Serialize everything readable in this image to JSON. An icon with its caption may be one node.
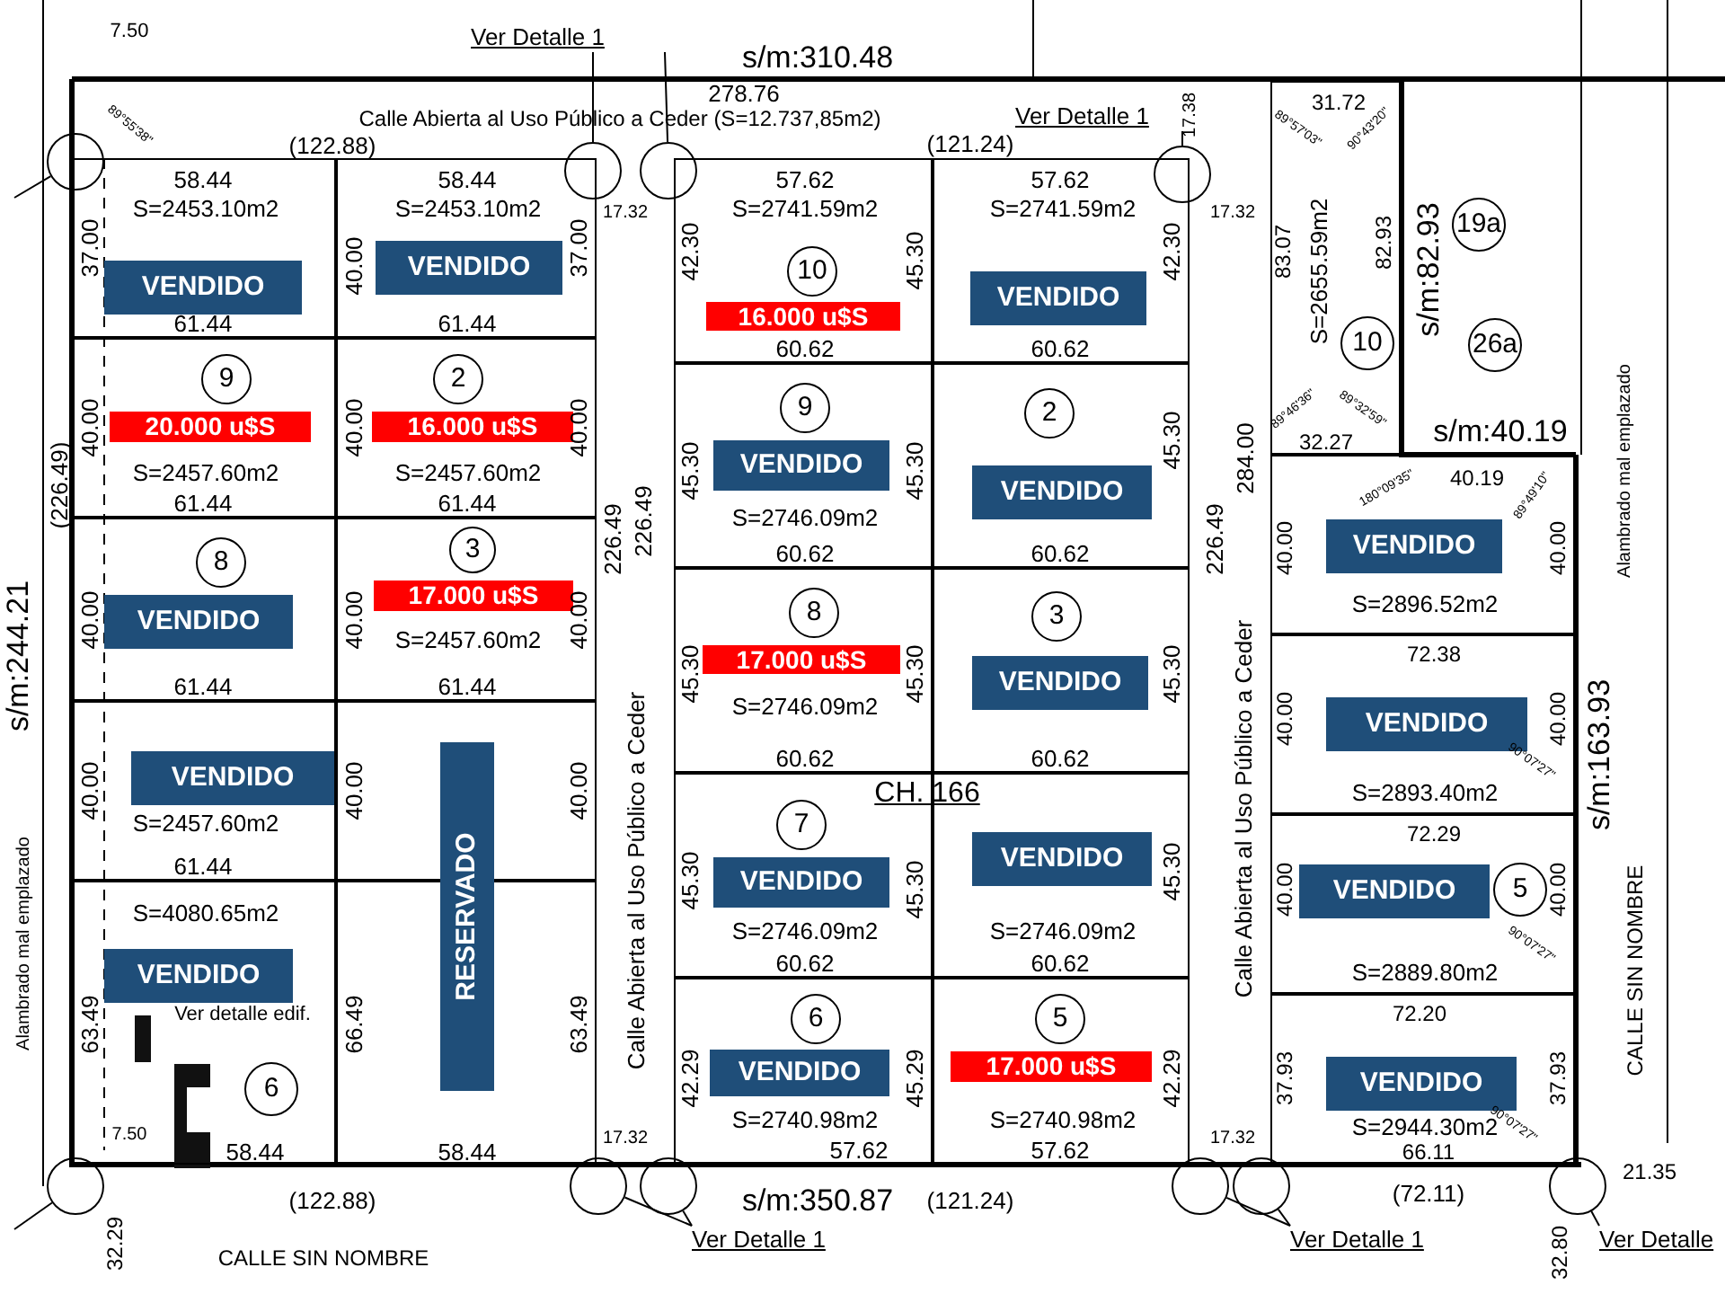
{
  "diagram": {
    "nodes": [
      {
        "text": [
          "S=2453.10m2"
        ]
      },
      {
        "text": [
          "VENDIDO"
        ],
        "in": 0
      },
      {
        "text": [
          "S=2453.10m2"
        ]
      },
      {
        "text": [
          "VENDIDO"
        ],
        "in": 2
      },
      {
        "text": [
          "S=2457.60m2"
        ]
      },
      {
        "text": [
          "9"
        ],
        "in": 4
      },
      {
        "text": [
          "20.000 u$S"
        ],
        "in": 4
      },
      {
        "text": [
          "S=2457.60m2"
        ]
      },
      {
        "text": [
          "2"
        ],
        "in": 7
      },
      {
        "text": [
          "16.000 u$S"
        ],
        "in": 7
      },
      {
        "text": [],
        "shape": "box"
      },
      {
        "text": [
          "8"
        ],
        "in": 10
      },
      {
        "text": [
          "VENDIDO"
        ],
        "in": 10
      },
      {
        "text": [
          "S=2457.60m2"
        ]
      },
      {
        "text": [
          "3"
        ],
        "in": 13
      },
      {
        "text": [
          "17.000 u$S"
        ],
        "in": 13
      },
      {
        "text": [
          "S=2457.60m2"
        ]
      },
      {
        "text": [
          "VENDIDO"
        ],
        "in": 16
      },
      {
        "text": [],
        "shape": "box"
      },
      {
        "text": [
          "S=4080.65m2"
        ]
      },
      {
        "text": [
          "VENDIDO"
        ],
        "in": 19
      },
      {
        "text": [
          "6"
        ],
        "in": 19
      },
      {
        "text": [],
        "shape": "box"
      },
      {
        "text": [
          "RESERVADO"
        ]
      },
      {
        "text": [
          "S=2741.59m2"
        ]
      },
      {
        "text": [
          "10"
        ],
        "in": 24
      },
      {
        "text": [
          "16.000 u$S"
        ],
        "in": 24
      },
      {
        "text": [
          "S=2741.59m2"
        ]
      },
      {
        "text": [
          "VENDIDO"
        ],
        "in": 27
      },
      {
        "text": [
          "S=2746.09m2"
        ]
      },
      {
        "text": [
          "9"
        ],
        "in": 29
      },
      {
        "text": [
          "VENDIDO"
        ],
        "in": 29
      },
      {
        "text": [],
        "shape": "box"
      },
      {
        "text": [
          "2"
        ],
        "in": 32
      },
      {
        "text": [
          "VENDIDO"
        ],
        "in": 32
      },
      {
        "text": [
          "S=2746.09m2"
        ]
      },
      {
        "text": [
          "8"
        ],
        "in": 35
      },
      {
        "text": [
          "17.000 u$S"
        ],
        "in": 35
      },
      {
        "text": [],
        "shape": "box"
      },
      {
        "text": [
          "3"
        ],
        "in": 38
      },
      {
        "text": [
          "VENDIDO"
        ],
        "in": 38
      },
      {
        "text": [
          "S=2746.09m2"
        ]
      },
      {
        "text": [
          "7"
        ],
        "in": 41
      },
      {
        "text": [
          "VENDIDO"
        ],
        "in": 41
      },
      {
        "text": [
          "S=2746.09m2"
        ]
      },
      {
        "text": [
          "VENDIDO"
        ],
        "in": 44
      },
      {
        "text": [
          "S=2740.98m2"
        ]
      },
      {
        "text": [
          "6"
        ],
        "in": 46
      },
      {
        "text": [
          "VENDIDO"
        ],
        "in": 46
      },
      {
        "text": [
          "S=2740.98m2"
        ]
      },
      {
        "text": [
          "5"
        ],
        "in": 49
      },
      {
        "text": [
          "17.000 u$S"
        ],
        "in": 49
      },
      {
        "text": [
          "S=2655.59m2"
        ]
      },
      {
        "text": [
          "10"
        ],
        "in": 52
      },
      {
        "text": [
          "19a"
        ]
      },
      {
        "text": [
          "26a"
        ]
      },
      {
        "text": [
          "S=2896.52m2"
        ]
      },
      {
        "text": [
          "VENDIDO"
        ],
        "in": 56
      },
      {
        "text": [
          "S=2893.40m2"
        ]
      },
      {
        "text": [
          "VENDIDO"
        ],
        "in": 58
      },
      {
        "text": [
          "S=2889.80m2"
        ]
      },
      {
        "text": [
          "VENDIDO"
        ],
        "in": 60
      },
      {
        "text": [
          "5"
        ],
        "in": 60
      },
      {
        "text": [
          "S=2944.30m2"
        ]
      },
      {
        "text": [
          "VENDIDO"
        ],
        "in": 63
      },
      {
        "text": [],
        "shape": "circle"
      },
      {
        "text": [],
        "shape": "circle"
      },
      {
        "text": [],
        "shape": "circle"
      },
      {
        "text": [],
        "shape": "circle"
      },
      {
        "text": [],
        "shape": "circle"
      },
      {
        "text": [],
        "shape": "circle"
      },
      {
        "text": [],
        "shape": "circle"
      },
      {
        "text": [],
        "shape": "circle"
      },
      {
        "text": [],
        "shape": "circle"
      },
      {
        "text": [],
        "shape": "circle"
      },
      {
        "text": [
          "Ver Detalle 1"
        ]
      },
      {
        "text": [
          "Ver Detalle 1"
        ]
      },
      {
        "text": [
          "Ver Detalle 1"
        ]
      },
      {
        "text": [
          "Ver Detalle 1"
        ]
      },
      {
        "text": [
          "Ver Detalle"
        ]
      }
    ],
    "edges": [
      {
        "from": 75,
        "to": 66,
        "arrow": "none"
      },
      {
        "from": 75,
        "to": 67,
        "arrow": "none"
      },
      {
        "from": 76,
        "to": 68,
        "arrow": "none"
      },
      {
        "from": 77,
        "to": 70,
        "arrow": "none"
      },
      {
        "from": 77,
        "to": 71,
        "arrow": "none"
      },
      {
        "from": 78,
        "to": 72,
        "arrow": "none"
      },
      {
        "from": 78,
        "to": 73,
        "arrow": "none"
      },
      {
        "from": 79,
        "to": 74,
        "arrow": "none"
      },
      {
        "from": null,
        "to": 65,
        "arrow": "none"
      },
      {
        "from": null,
        "to": 69,
        "arrow": "none"
      }
    ],
    "labels": [
      "s/m:310.48",
      "278.76",
      "Calle Abierta al Uso Público a Ceder (S=12.737,85m2)",
      "(122.88)",
      "(121.24)",
      "7.50",
      "89°55'38\"",
      "17.32",
      "17.38",
      "17.32",
      "58.44",
      "58.44",
      "37.00",
      "40.00",
      "37.00",
      "61.44",
      "61.44",
      "40.00",
      "40.00",
      "40.00",
      "61.44",
      "61.44",
      "40.00",
      "40.00",
      "40.00",
      "61.44",
      "61.44",
      "40.00",
      "40.00",
      "40.00",
      "61.44",
      "63.49",
      "66.49",
      "63.49",
      "Ver detalle edif.",
      "7.50",
      "58.44",
      "58.44",
      "s/m:244.21",
      "(226.49)",
      "Alambrado mal emplazado",
      "226.49",
      "226.49",
      "Calle Abierta al Uso Público a Ceder",
      "17.32",
      "(122.88)",
      "s/m:350.87",
      "(121.24)",
      "CALLE SIN NOMBRE",
      "32.29",
      "57.62",
      "57.62",
      "42.30",
      "45.30",
      "42.30",
      "60.62",
      "60.62",
      "45.30",
      "45.30",
      "45.30",
      "60.62",
      "60.62",
      "45.30",
      "45.30",
      "45.30",
      "60.62",
      "60.62",
      "CH. 166",
      "45.30",
      "45.30",
      "45.30",
      "60.62",
      "60.62",
      "42.29",
      "45.29",
      "42.29",
      "57.62",
      "57.62",
      "17.32",
      "226.49",
      "284.00",
      "Calle Abierta al Uso Público a Ceder",
      "31.72",
      "89°57'03\"",
      "90°43'20\"",
      "83.07",
      "82.93",
      "89°46'36\"",
      "89°32'59\"",
      "32.27",
      "s/m:82.93",
      "s/m:40.19",
      "40.19",
      "180°09'35\"",
      "89°49'10\"",
      "40.00",
      "40.00",
      "72.38",
      "40.00",
      "40.00",
      "90°07'27\"",
      "72.29",
      "40.00",
      "40.00",
      "90°07'27\"",
      "72.20",
      "37.93",
      "37.93",
      "90°07'27\"",
      "66.11",
      "(72.11)",
      "21.35",
      "32.80",
      "s/m:163.93",
      "CALLE SIN NOMBRE",
      "Alambrado mal emplazado"
    ]
  }
}
